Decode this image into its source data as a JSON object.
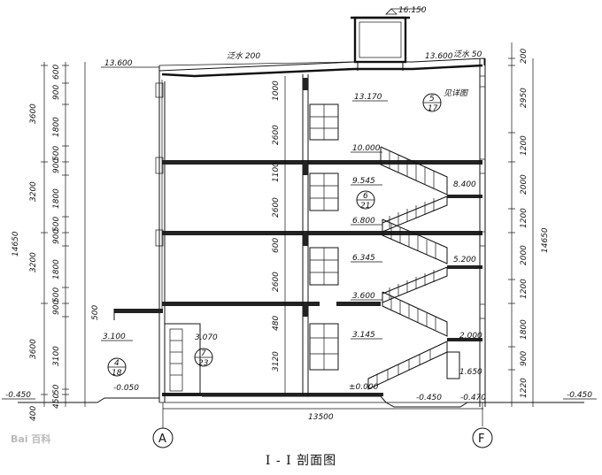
{
  "caption": "I - I 剖面图",
  "watermark": "Bai 百科",
  "axes": {
    "left": "A",
    "right": "F"
  },
  "overall_width": "13500",
  "overall_height": "14650",
  "roof_notes": {
    "left": "泛水 200",
    "right": "泛水 50"
  },
  "elevations": {
    "tank_top": "16.150",
    "roof_left": "13.600",
    "roof_right": "13.600",
    "f4_window_sill": "13.170",
    "f4_landing": "10.000",
    "f3_window_sill": "9.545",
    "f3_mid_landing": "8.400",
    "f3_landing": "6.800",
    "f2_window_sill": "6.345",
    "f2_mid_landing": "5.200",
    "f2_landing": "3.600",
    "f1_window_sill": "3.145",
    "canopy": "3.100",
    "entry_door": "3.070",
    "f1_mid_landing": "2.000",
    "stair_base_step": "1.650",
    "ground_floor": "±0.000",
    "entry_step": "-0.050",
    "outdoor_left": "-0.450",
    "outdoor_left_inner": "-0.450",
    "outdoor_right_inner": "-0.470",
    "outdoor_right": "-0.450"
  },
  "detail_refs": [
    {
      "top": "5",
      "bottom": "17",
      "note": "见详图"
    },
    {
      "top": "6",
      "bottom": "21",
      "note": ""
    },
    {
      "top": "7",
      "bottom": "23",
      "note": ""
    },
    {
      "top": "4",
      "bottom": "18",
      "note": ""
    }
  ],
  "dims_left_outer": [
    "3600",
    "3200",
    "3200",
    "3600",
    "400"
  ],
  "dims_left_inner": [
    "600",
    "900",
    "1800",
    "500",
    "900",
    "1800",
    "500",
    "900",
    "1800",
    "500",
    "900",
    "3100",
    "50",
    "450"
  ],
  "dims_left_canopy": "500",
  "dims_inner_wall": [
    "1000",
    "2600",
    "1100",
    "2600",
    "600",
    "2600",
    "480",
    "3120"
  ],
  "dims_right": [
    "200",
    "2950",
    "1200",
    "2000",
    "1200",
    "2000",
    "1200",
    "1800",
    "900",
    "1220"
  ]
}
